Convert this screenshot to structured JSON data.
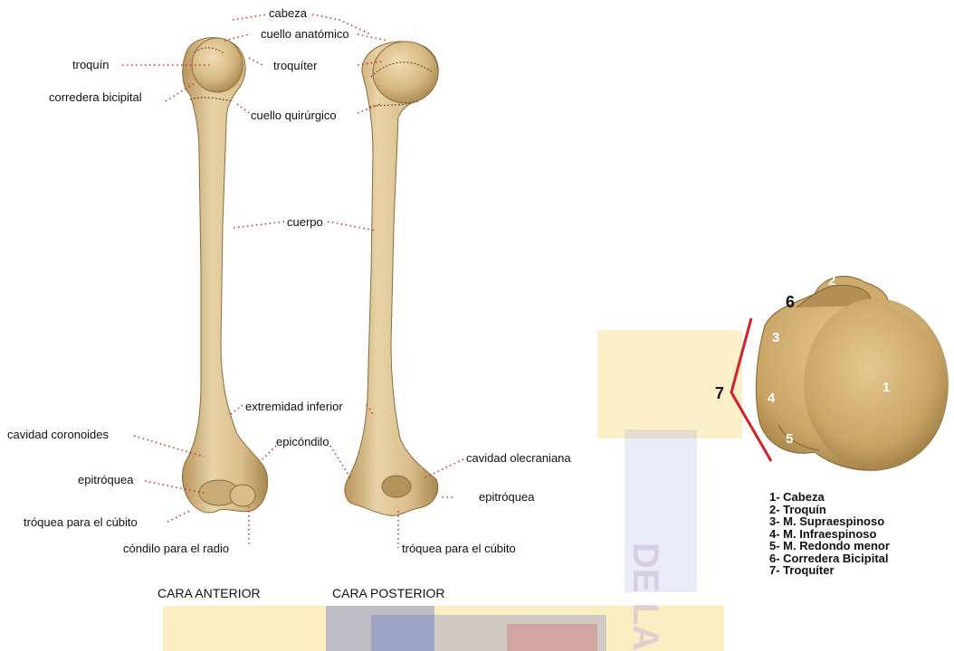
{
  "anterior_labels": {
    "cabeza": "cabeza",
    "cuello_anatomico": "cuello anatómico",
    "troquin": "troquín",
    "troquiter": "troquíter",
    "corredera_bicipital": "corredera bicipital",
    "cuello_quirurgico": "cuello quirúrgico",
    "cuerpo": "cuerpo",
    "extremidad_inferior": "extremidad inferior",
    "cavidad_coronoides": "cavidad coronoides",
    "epicondilo": "epicóndilo",
    "cavidad_olecraniana": "cavidad olecraniana",
    "epitroquea_ant": "epitróquea",
    "epitroquea_post": "epitróquea",
    "troquea_cubito_ant": "tróquea para el cúbito",
    "troquea_cubito_post": "tróquea para el cúbito",
    "condilo_radio": "cóndilo para el radio"
  },
  "captions": {
    "anterior": "CARA ANTERIOR",
    "posterior": "CARA POSTERIOR"
  },
  "head_view": {
    "numbers": [
      "1",
      "2",
      "3",
      "4",
      "5",
      "6",
      "7"
    ],
    "legend": [
      "1- Cabeza",
      "2- Troquín",
      "3- M. Supraespinoso",
      "4- M. Infraespinoso",
      "5- M. Redondo menor",
      "6- Corredera Bicipital",
      "7- Troquíter"
    ]
  },
  "colors": {
    "bone_light": "#e8d3a8",
    "bone_mid": "#cfb07a",
    "bone_dark": "#a8874f",
    "leader_dots": "#d0302a",
    "bracket_red": "#d42027",
    "watermark_yellow": "#f5d56a",
    "watermark_blue": "#4a5fc8",
    "watermark_red": "#d63a3a"
  }
}
